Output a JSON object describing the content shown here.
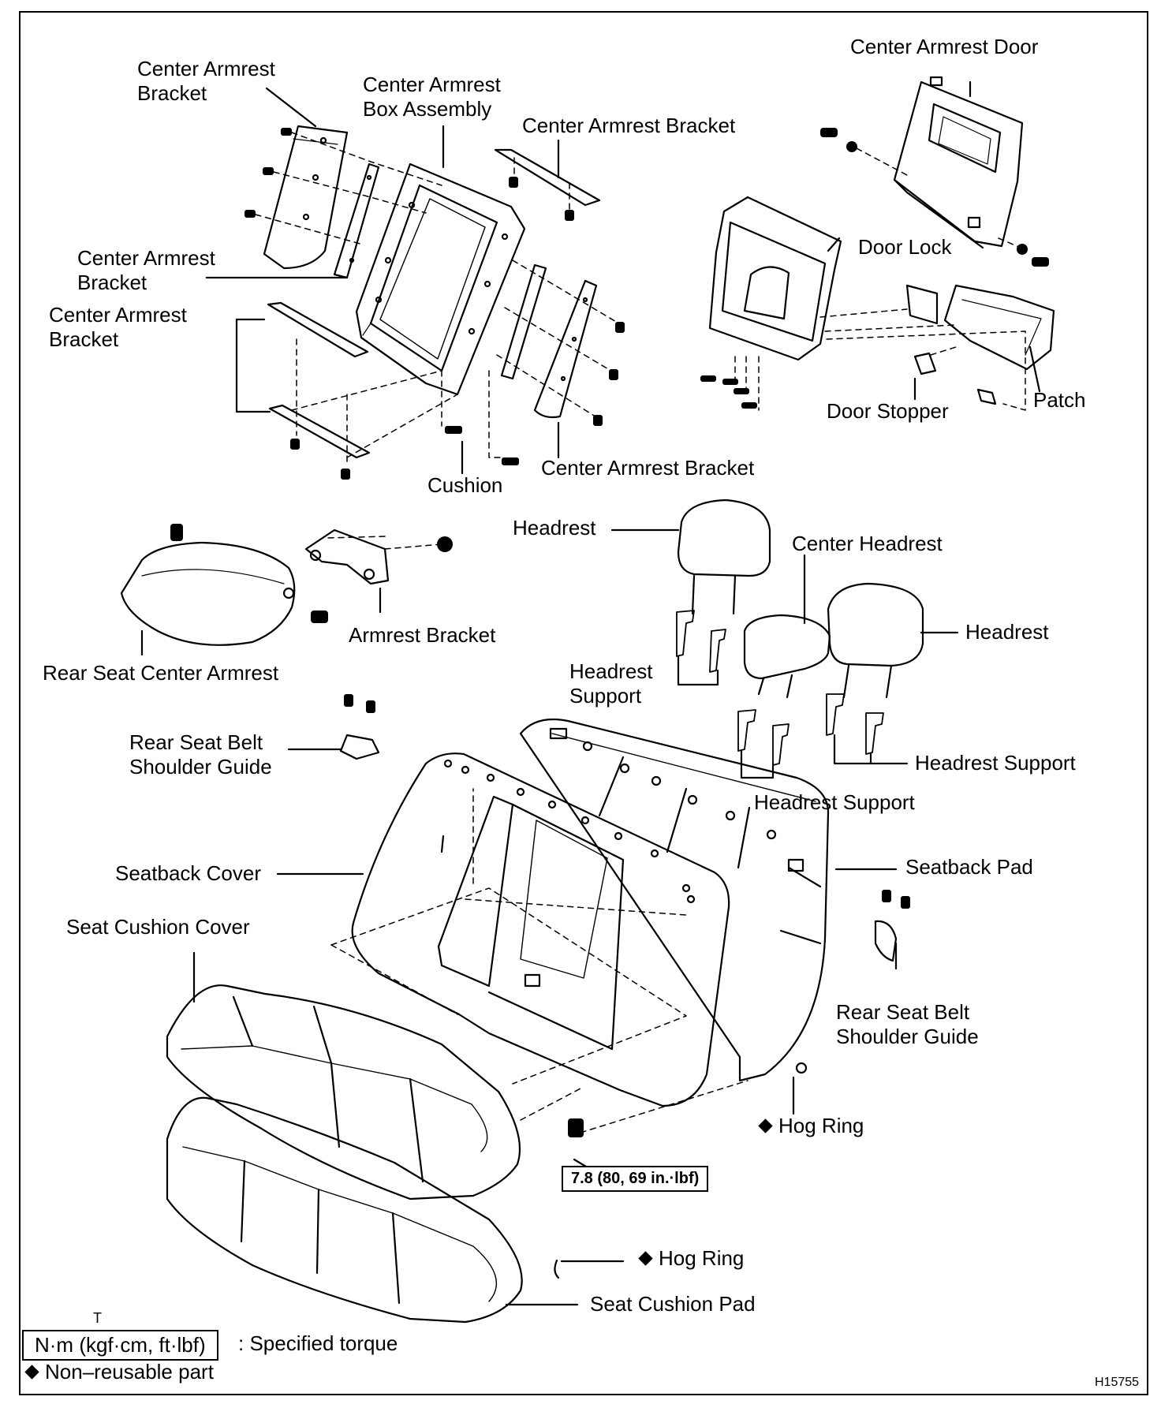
{
  "labels": {
    "center_armrest_door": "Center Armrest Door",
    "center_armrest_bracket_top_left": "Center Armrest\nBracket",
    "center_armrest_box_assembly": "Center Armrest\nBox Assembly",
    "center_armrest_bracket_top": "Center Armrest Bracket",
    "center_armrest_bracket_mid_left": "Center Armrest\nBracket",
    "center_armrest_bracket_low_left": "Center Armrest\nBracket",
    "door_lock": "Door Lock",
    "patch": "Patch",
    "door_stopper": "Door Stopper",
    "center_armrest_bracket_right": "Center Armrest Bracket",
    "cushion": "Cushion",
    "headrest_left": "Headrest",
    "center_headrest": "Center Headrest",
    "headrest_right": "Headrest",
    "armrest_bracket": "Armrest Bracket",
    "rear_seat_center_armrest": "Rear Seat Center Armrest",
    "headrest_support_left": "Headrest\nSupport",
    "rear_seat_belt_shoulder_guide_left": "Rear Seat Belt\nShoulder Guide",
    "headrest_support_right": "Headrest Support",
    "headrest_support_center": "Headrest Support",
    "seatback_cover": "Seatback Cover",
    "seatback_pad": "Seatback Pad",
    "seat_cushion_cover": "Seat Cushion Cover",
    "rear_seat_belt_shoulder_guide_right": "Rear Seat Belt\nShoulder Guide",
    "hog_ring_upper": "Hog Ring",
    "hog_ring_lower": "Hog Ring",
    "seat_cushion_pad": "Seat Cushion Pad"
  },
  "torque": "7.8 (80, 69 in.·lbf)",
  "legend": {
    "marker": "T",
    "unit_box": "N·m (kgf·cm, ft·lbf)",
    "unit_desc": ": Specified torque",
    "non_reusable": "Non–reusable part"
  },
  "figure_id": "H15755"
}
